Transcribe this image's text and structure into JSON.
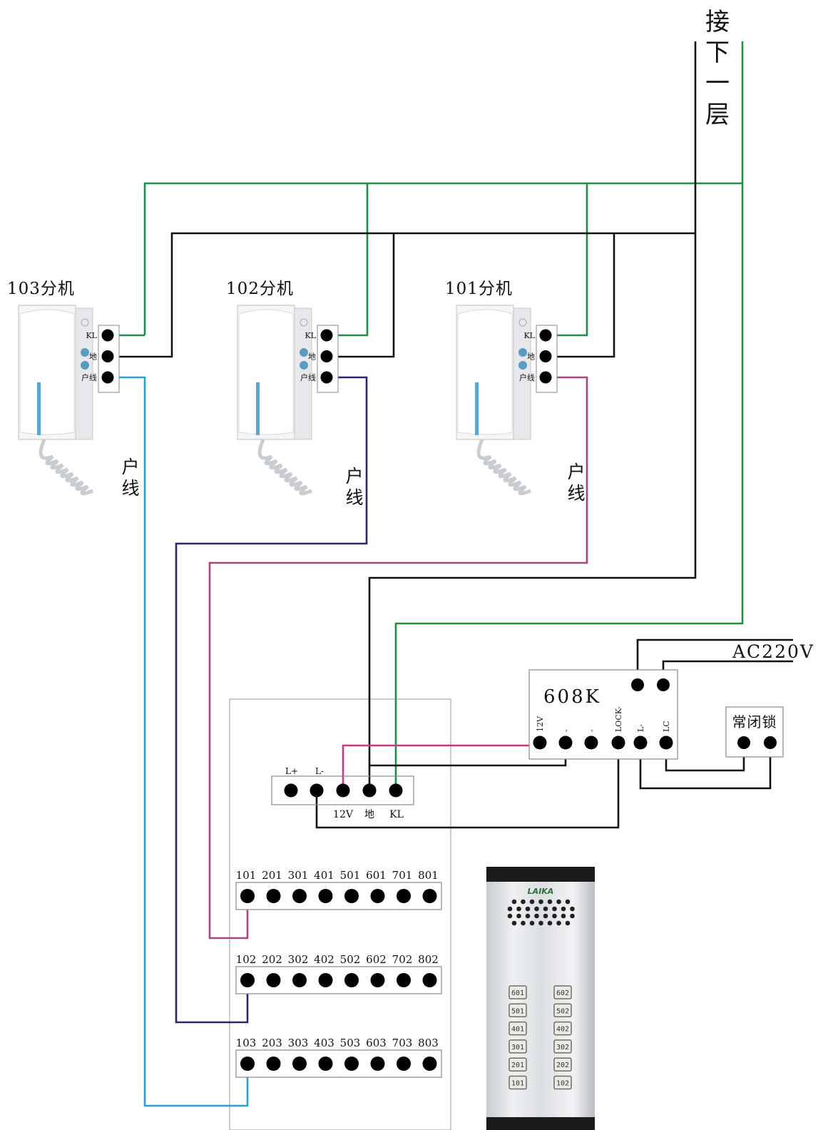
{
  "next_floor_label": [
    "接",
    "下",
    "一",
    "层"
  ],
  "colors": {
    "green": "#1e8f44",
    "black": "#111111",
    "cyan": "#2a9fd6",
    "navy": "#2b2670",
    "purple": "#a8457f",
    "magenta": "#c43a86",
    "box": "#888888"
  },
  "handsets": [
    {
      "title": "103分机",
      "terminals": [
        "KL",
        "地",
        "户线"
      ],
      "wire_label": [
        "户",
        "线"
      ]
    },
    {
      "title": "102分机",
      "terminals": [
        "KL",
        "地",
        "户线"
      ],
      "wire_label": [
        "户",
        "线"
      ]
    },
    {
      "title": "101分机",
      "terminals": [
        "KL",
        "地",
        "户线"
      ],
      "wire_label": [
        "户",
        "线"
      ]
    }
  ],
  "ac_label": "AC220V",
  "controller": {
    "title": "608K",
    "terminals": [
      "12V",
      "-",
      "-",
      "LOCK-",
      "L-",
      "LC"
    ]
  },
  "lock_label": "常闭锁",
  "panel_terminals": {
    "top_labels": [
      "L+",
      "L-"
    ],
    "bottom_labels": [
      "12V",
      "地",
      "KL"
    ]
  },
  "rows": [
    [
      "101",
      "201",
      "301",
      "401",
      "501",
      "601",
      "701",
      "801"
    ],
    [
      "102",
      "202",
      "302",
      "402",
      "502",
      "602",
      "702",
      "802"
    ],
    [
      "103",
      "203",
      "303",
      "403",
      "503",
      "603",
      "703",
      "803"
    ]
  ],
  "door_panel": {
    "logo": "LAIKA",
    "buttons_left": [
      "601",
      "501",
      "401",
      "301",
      "201",
      "101"
    ],
    "buttons_right": [
      "602",
      "502",
      "402",
      "302",
      "202",
      "102"
    ]
  }
}
